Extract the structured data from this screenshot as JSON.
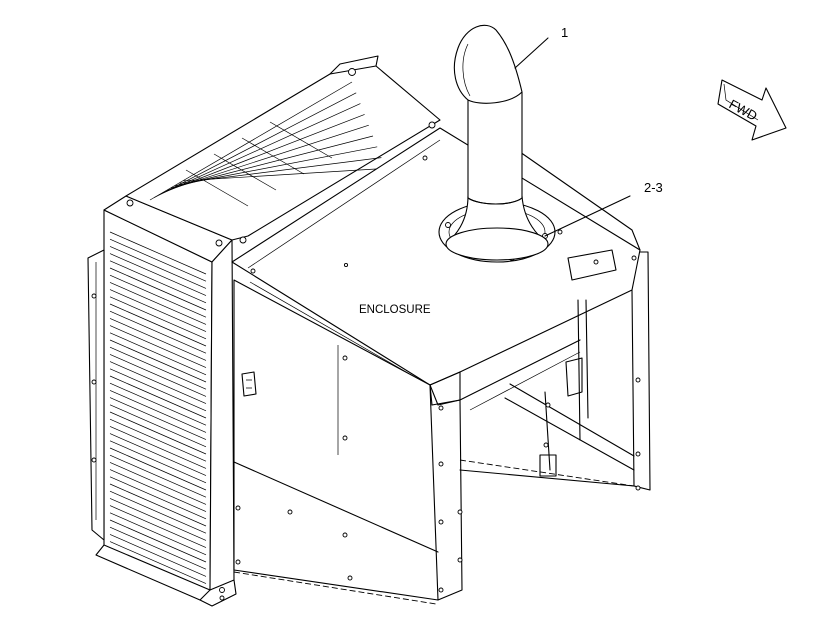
{
  "diagram": {
    "callouts": [
      {
        "label": "1"
      },
      {
        "label": "2-3"
      }
    ],
    "part_label": "ENCLOSURE",
    "direction_arrow": "FWD"
  }
}
